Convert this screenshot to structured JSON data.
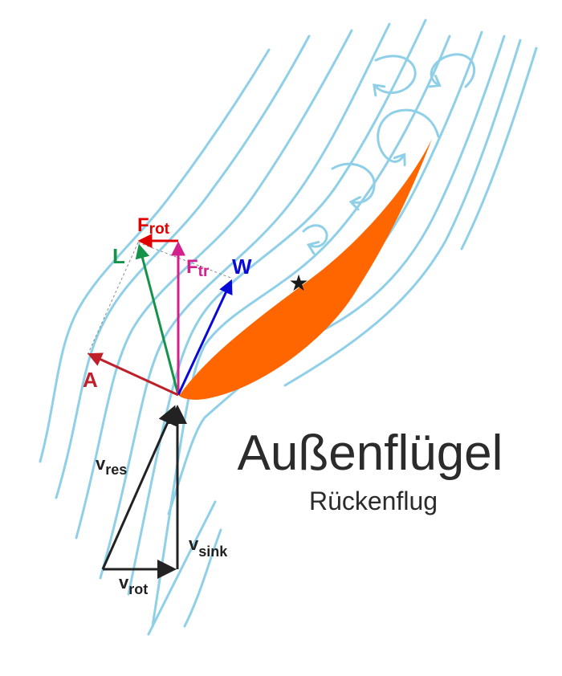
{
  "diagram": {
    "title": "Außenflügel",
    "subtitle": "Rückenflug",
    "colors": {
      "airfoil": "#ff6600",
      "streamline": "#8fd0e8",
      "lift": "#16924a",
      "drag": "#c0202a",
      "weight": "#0a0ad8",
      "f_tr": "#d4208c",
      "f_rot": "#e00000",
      "velocity": "#222222"
    },
    "force_labels": {
      "f_rot_main": "F",
      "f_rot_sub": "rot",
      "lift": "L",
      "f_tr_main": "F",
      "f_tr_sub": "tr",
      "weight": "W",
      "drag": "A"
    },
    "velocity_labels": {
      "v_res_main": "v",
      "v_res_sub": "res",
      "v_sink_main": "v",
      "v_sink_sub": "sink",
      "v_rot_main": "v",
      "v_rot_sub": "rot"
    },
    "markers": {
      "center_of_pressure": "star-icon"
    }
  }
}
